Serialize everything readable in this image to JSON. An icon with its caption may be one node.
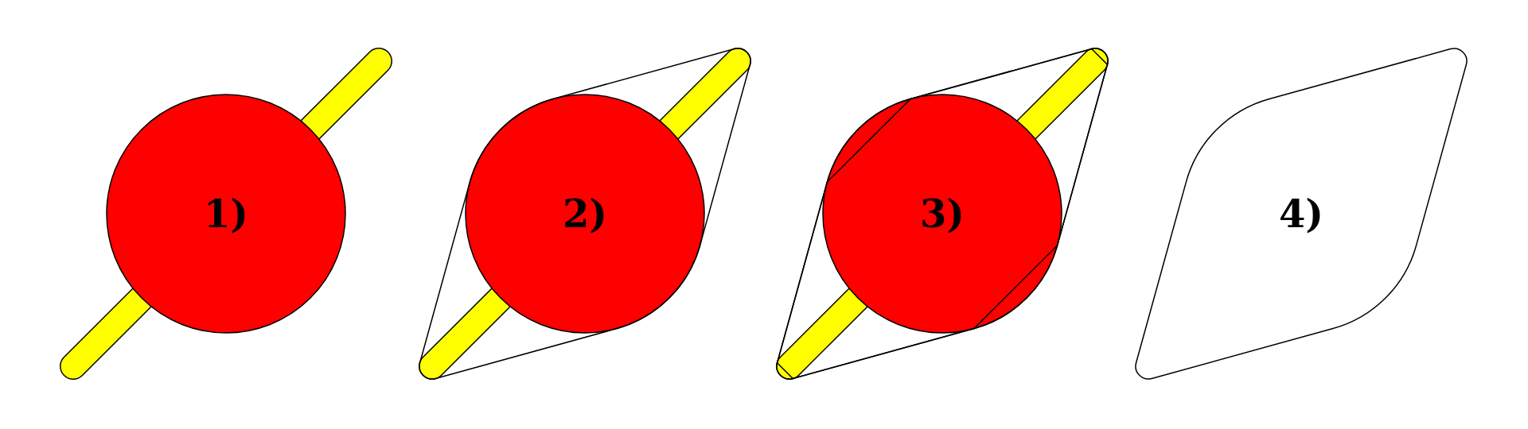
{
  "diagram": {
    "nodes": [
      {
        "text": [
          "1)"
        ]
      },
      {
        "text": [
          "2)"
        ]
      },
      {
        "text": [
          "3)"
        ]
      },
      {
        "text": [
          "4)"
        ]
      }
    ]
  }
}
